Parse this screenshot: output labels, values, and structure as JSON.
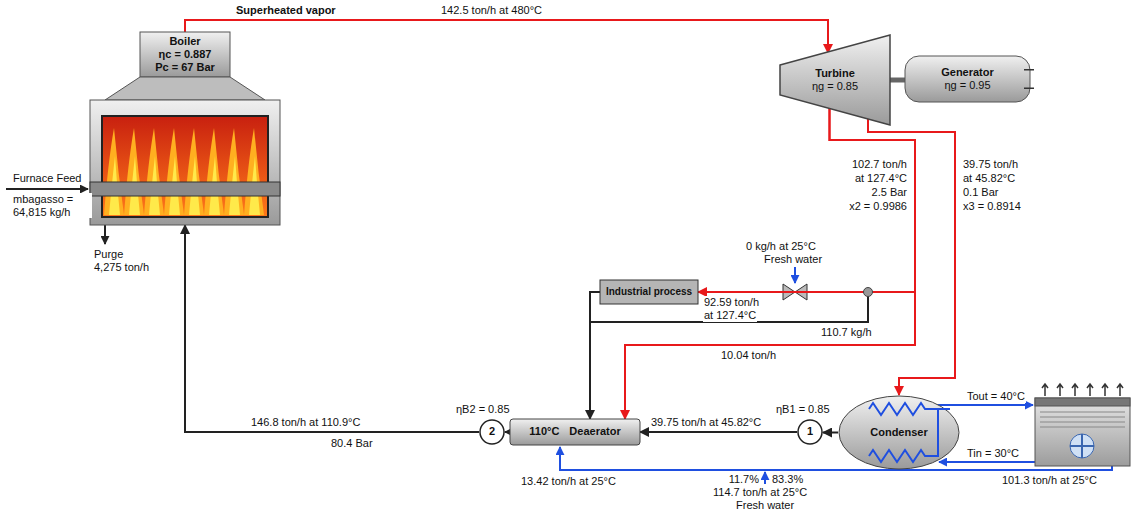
{
  "diagram": {
    "nodes": [
      {
        "text": [
          "Boiler",
          "ηc = 0.887",
          "Pc = 67 Bar"
        ]
      },
      {
        "text": [
          "Turbine",
          "ηg = 0.85"
        ]
      },
      {
        "text": [
          "Generator",
          "ηg = 0.95"
        ]
      },
      {
        "text": [
          "Industrial process"
        ]
      },
      {
        "text": [
          "110°C",
          "Deaerator"
        ]
      },
      {
        "text": [
          "Condenser"
        ]
      },
      {
        "text": [
          "1"
        ]
      },
      {
        "text": [
          "2"
        ]
      }
    ],
    "edges": [
      {
        "from": 0,
        "to": 1,
        "arrow": "to",
        "label": "142.5 ton/h at 480°C"
      },
      {
        "from": 1,
        "to": 2,
        "arrow": "none"
      },
      {
        "from": 1,
        "to": 3,
        "arrow": "to"
      },
      {
        "from": 1,
        "to": 4,
        "arrow": "to"
      },
      {
        "from": 1,
        "to": 5,
        "arrow": "to"
      },
      {
        "from": 3,
        "to": 4,
        "arrow": "to"
      },
      {
        "from": 5,
        "to": 6,
        "arrow": "to"
      },
      {
        "from": 6,
        "to": 4,
        "arrow": "to",
        "label": "39.75 ton/h at 45.82°C"
      },
      {
        "from": 4,
        "to": 7,
        "arrow": "to"
      },
      {
        "from": 7,
        "to": 0,
        "arrow": "to",
        "label": "146.8 ton/h at 110.9°C"
      }
    ],
    "labels": [
      "Superheated vapor",
      "Furnace Feed",
      "mbagasso = 64,815 kg/h",
      "Purge",
      "4,275 ton/h",
      "102.7 ton/h",
      "at 127.4°C",
      "2.5 Bar",
      "x2 = 0.9986",
      "39.75 ton/h",
      "at 45.82°C",
      "0.1 Bar",
      "x3 = 0.8914",
      "0 kg/h at 25°C",
      "Fresh water",
      "92.59 ton/h",
      "at 127.4°C",
      "110.7 kg/h",
      "10.04 ton/h",
      "80.4 Bar",
      "ηB2 = 0.85",
      "ηB1 = 0.85",
      "13.42 ton/h at 25°C",
      "11.7%",
      "83.3%",
      "114.7 ton/h at 25°C",
      "Fresh water",
      "Tout = 40°C",
      "Tin = 30°C",
      "101.3 ton/h at 25°C"
    ]
  }
}
